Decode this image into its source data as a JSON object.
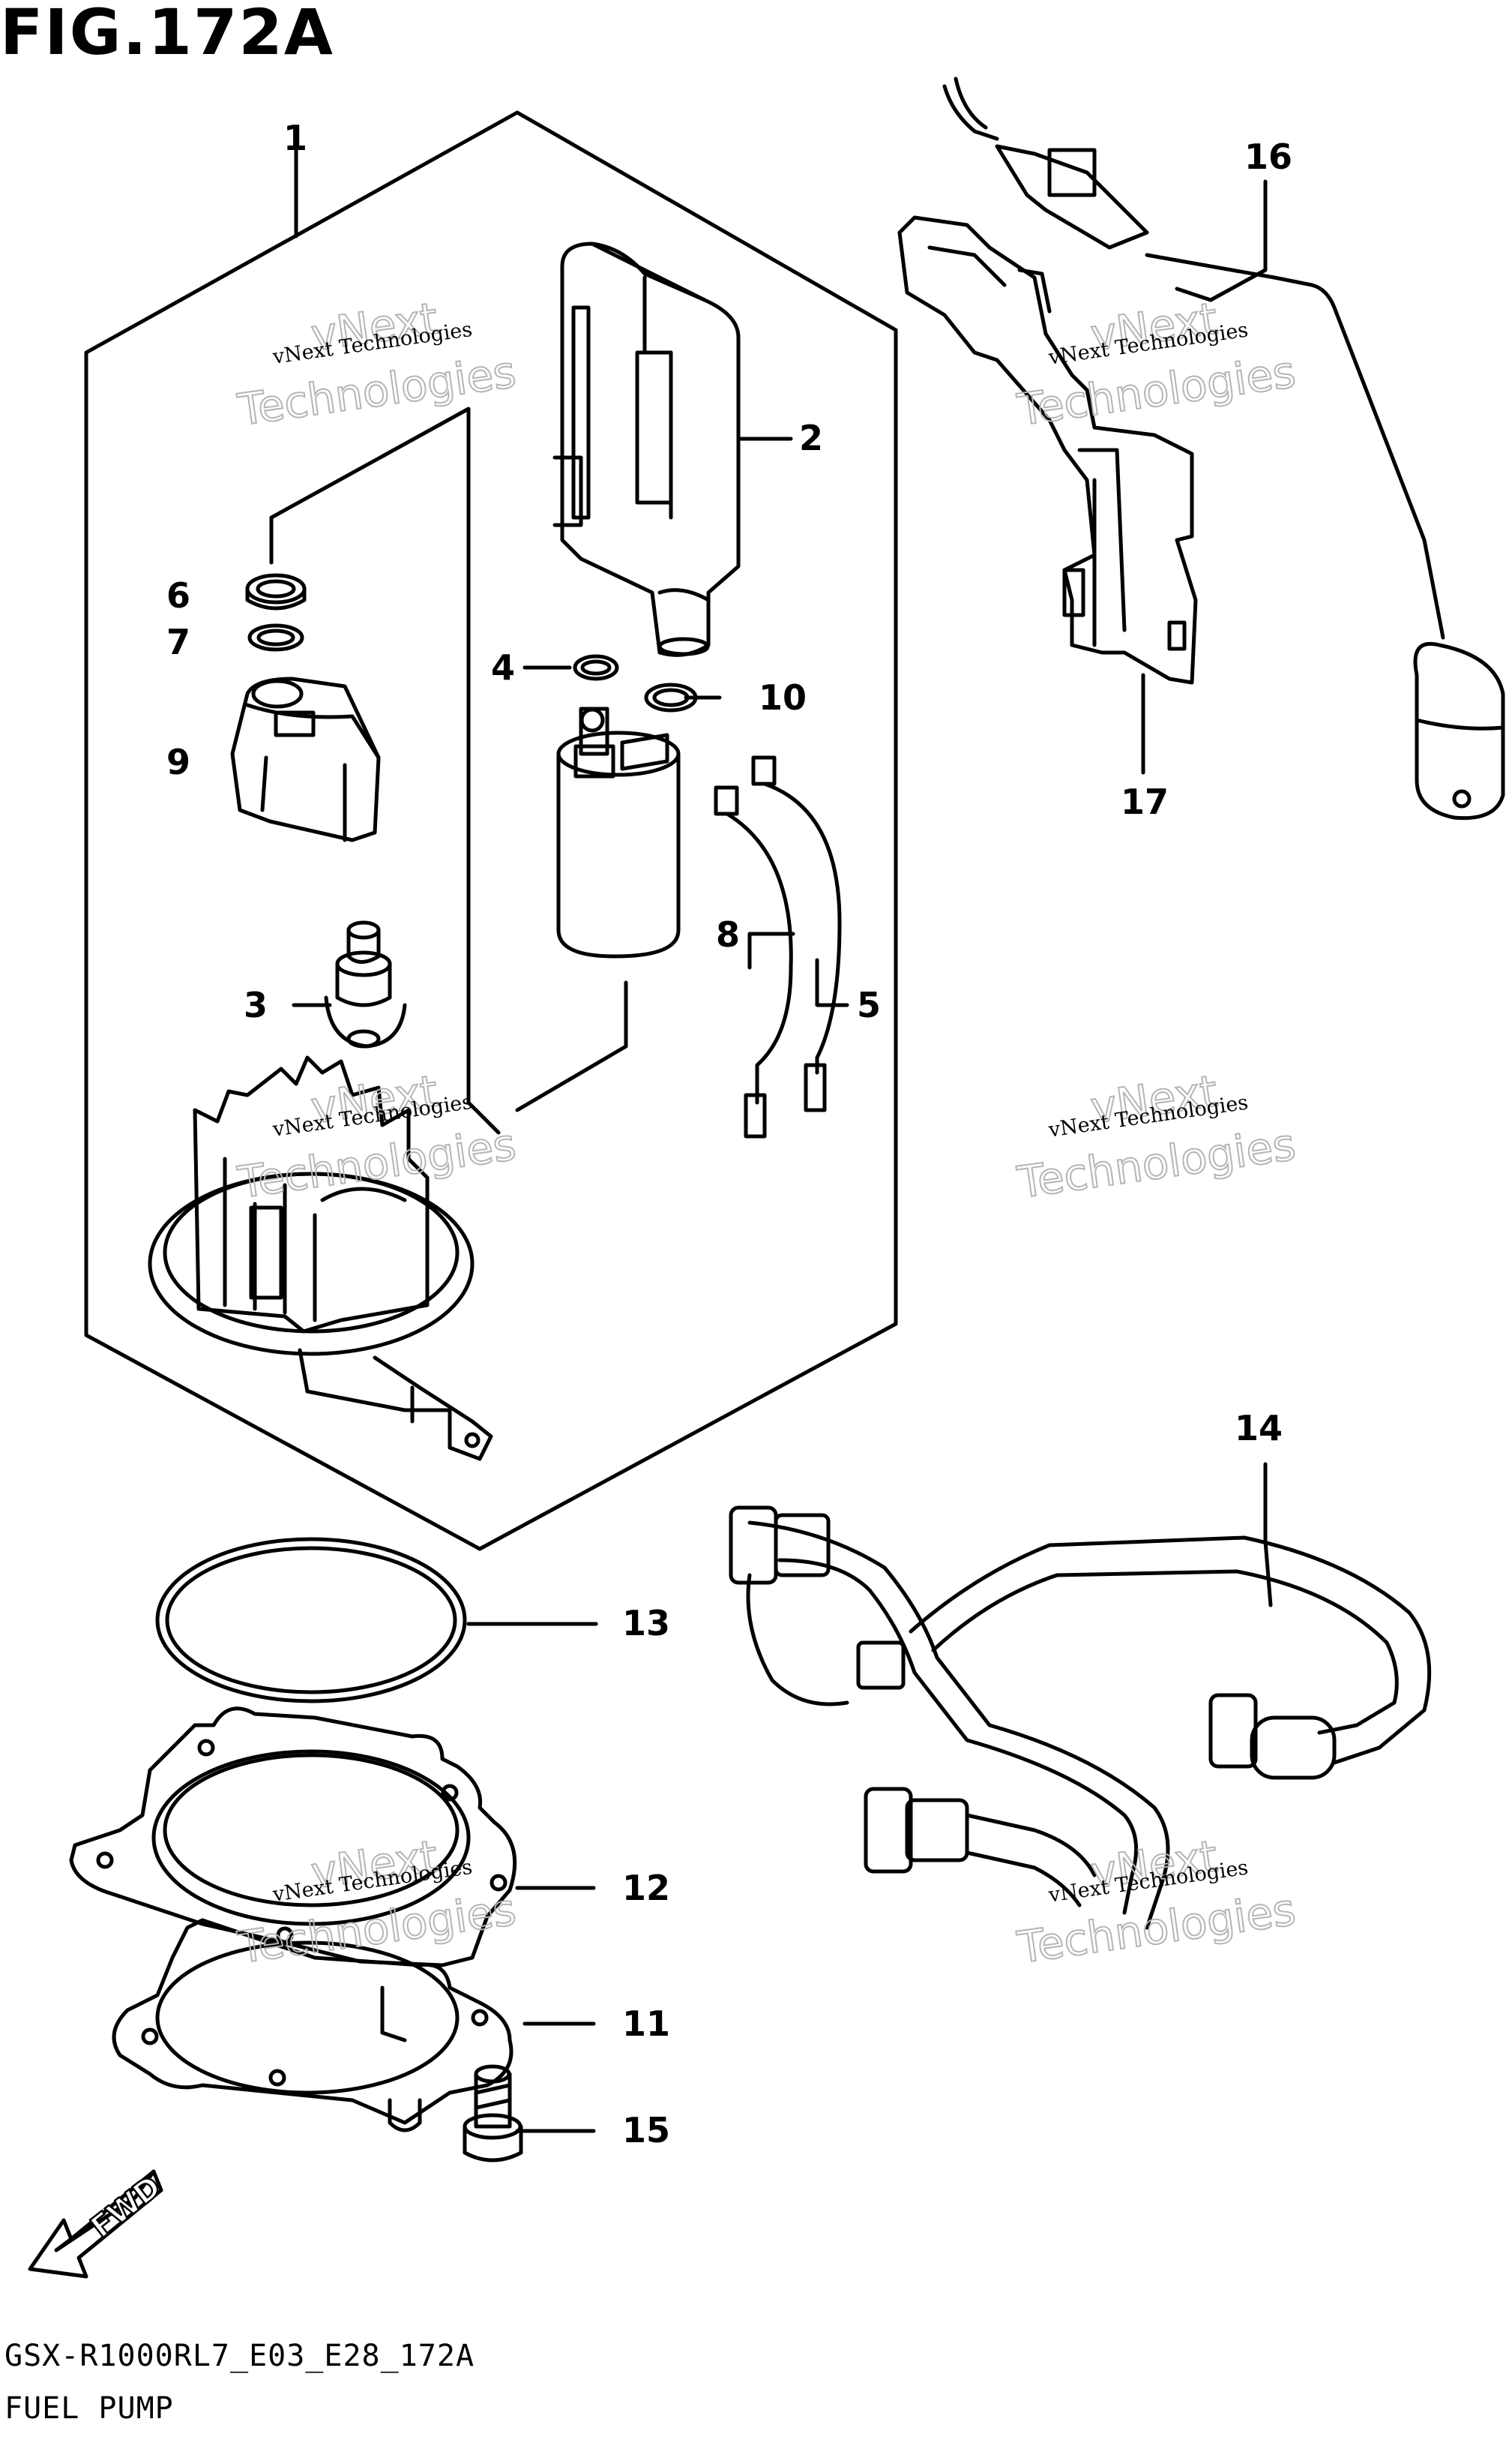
{
  "figure": {
    "title": "FIG.172A",
    "model_code": "GSX-R1000RL7_E03_E28_172A",
    "name": "FUEL PUMP"
  },
  "callouts": {
    "c1": "1",
    "c2": "2",
    "c3": "3",
    "c4": "4",
    "c5": "5",
    "c6": "6",
    "c7": "7",
    "c8": "8",
    "c9": "9",
    "c10": "10",
    "c11": "11",
    "c12": "12",
    "c13": "13",
    "c14": "14",
    "c15": "15",
    "c16": "16",
    "c17": "17"
  },
  "watermark": {
    "line": "vNext Technologies",
    "word1": "vNext",
    "word2": "Technologies"
  },
  "fwd_label": "FWD"
}
